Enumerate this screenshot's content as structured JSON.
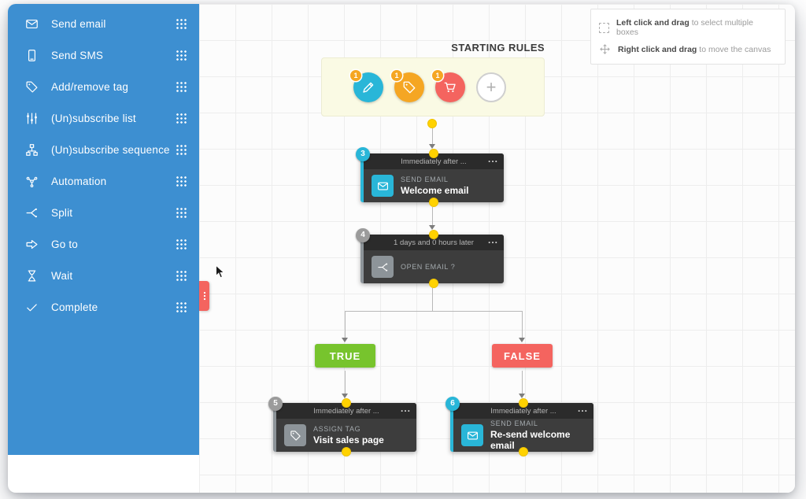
{
  "colors": {
    "sidebar_blue": "#3d8fd1",
    "accent_blue": "#29b6d8",
    "accent_orange": "#f5a623",
    "accent_red": "#f4645f",
    "true_green": "#77c42d",
    "false_red": "#f4645f",
    "connector_yellow": "#ffd200",
    "node_dark": "#3d3d3d"
  },
  "sidebar": {
    "items": [
      {
        "label": "Send email"
      },
      {
        "label": "Send SMS"
      },
      {
        "label": "Add/remove tag"
      },
      {
        "label": "(Un)subscribe list"
      },
      {
        "label": "(Un)subscribe sequence"
      },
      {
        "label": "Automation"
      },
      {
        "label": "Split"
      },
      {
        "label": "Go to"
      },
      {
        "label": "Wait"
      },
      {
        "label": "Complete"
      }
    ]
  },
  "legend": {
    "rows": [
      {
        "bold": "Left click and drag",
        "text": "to select multiple boxes"
      },
      {
        "bold": "Right click and drag",
        "text": "to move the canvas"
      }
    ]
  },
  "canvas": {
    "starting_rules": {
      "title": "STARTING RULES",
      "triggers": [
        {
          "badge": "1"
        },
        {
          "badge": "1"
        },
        {
          "badge": "1"
        }
      ],
      "add_label": "+"
    },
    "nodes": [
      {
        "id": "3",
        "header": "Immediately after ...",
        "menu": "...",
        "type": "SEND EMAIL",
        "title": "Welcome email"
      },
      {
        "id": "4",
        "header": "1 days and 0 hours later",
        "menu": "...",
        "type": "OPEN EMAIL ?"
      },
      {
        "id": "5",
        "header": "Immediately after ...",
        "menu": "...",
        "type": "ASSIGN TAG",
        "title": "Visit sales page"
      },
      {
        "id": "6",
        "header": "Immediately after ...",
        "menu": "...",
        "type": "SEND EMAIL",
        "title": "Re-send welcome email"
      }
    ],
    "branch": {
      "true_label": "TRUE",
      "false_label": "FALSE"
    }
  }
}
